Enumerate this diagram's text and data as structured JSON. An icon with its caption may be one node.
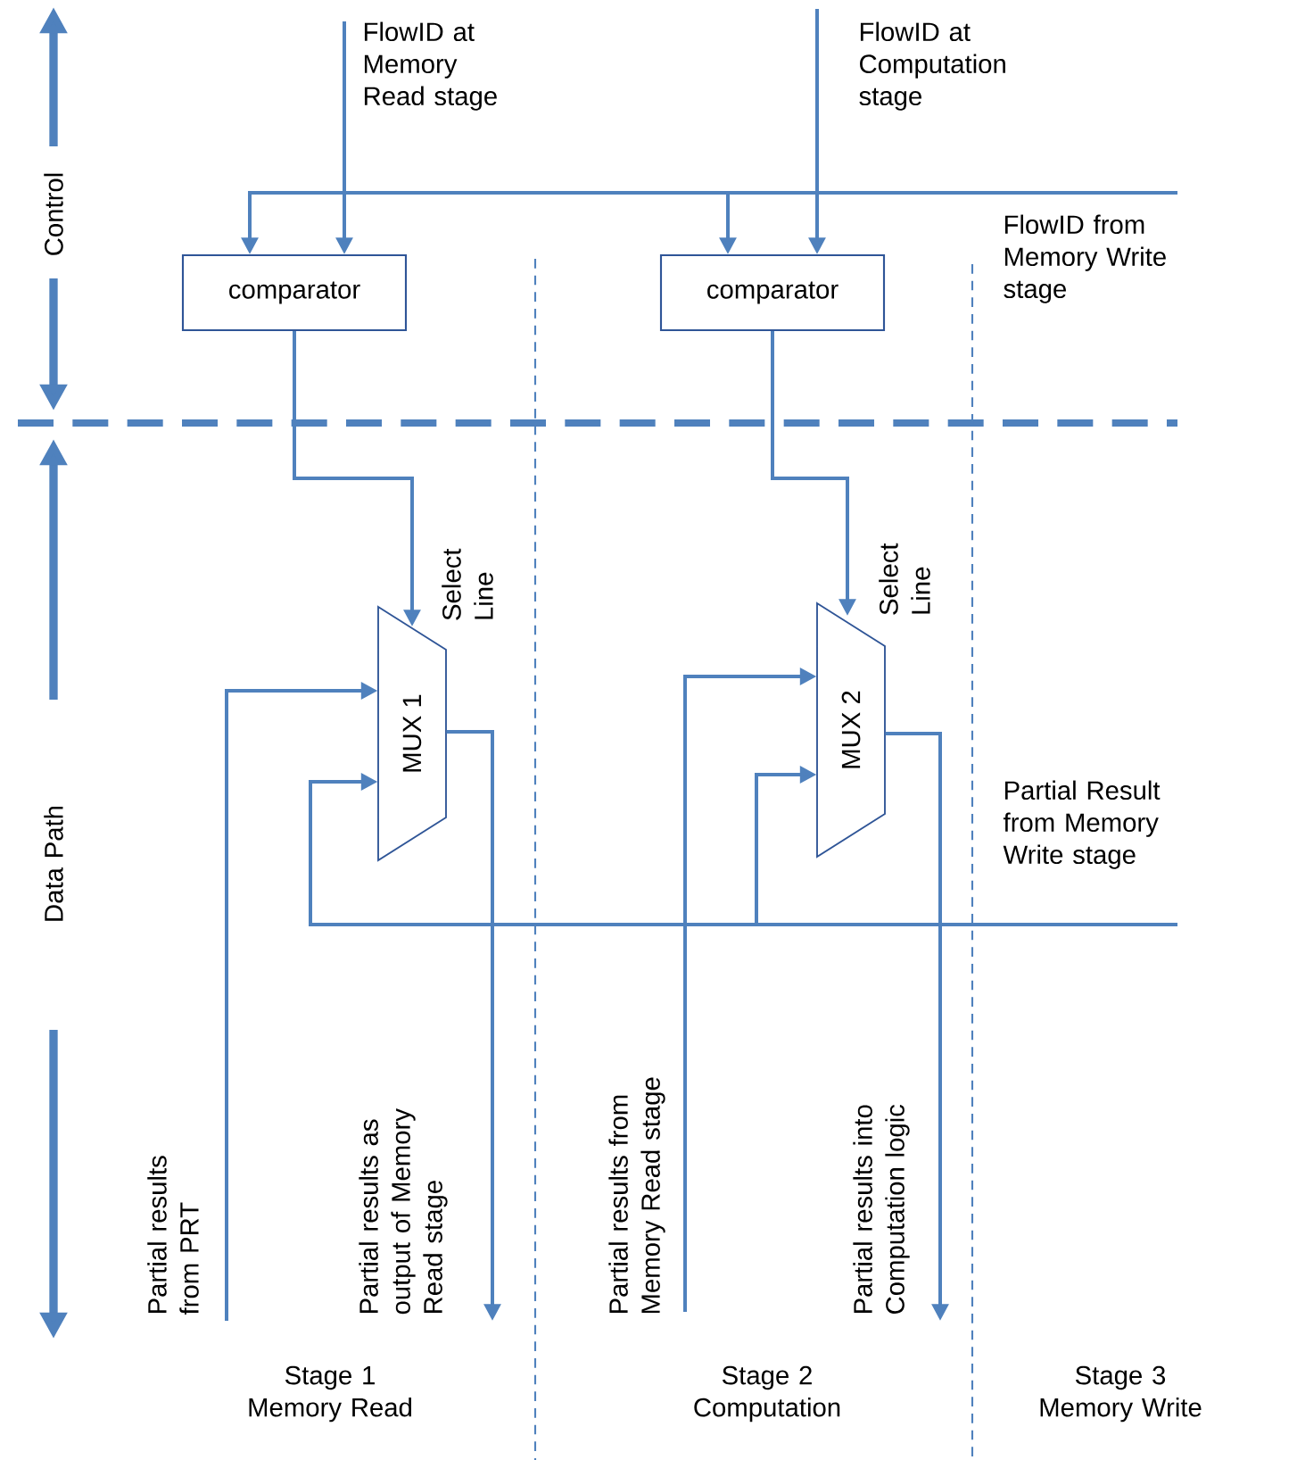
{
  "diagram": {
    "nodes": [
      {
        "text": [
          "comparator"
        ]
      },
      {
        "text": [
          "comparator"
        ]
      },
      {
        "text": [
          "MUX 1"
        ]
      },
      {
        "text": [
          "MUX 2"
        ]
      },
      {
        "text": [
          "FlowID at Memory Read stage"
        ]
      },
      {
        "text": [
          "FlowID at Computation stage"
        ]
      },
      {
        "text": [
          "FlowID from Memory Write stage"
        ]
      },
      {
        "text": [
          "Partial results from PRT"
        ]
      },
      {
        "text": [
          "Partial results as output of Memory Read stage"
        ]
      },
      {
        "text": [
          "Partial results from Memory Read stage"
        ]
      },
      {
        "text": [
          "Partial results into Computation logic"
        ]
      },
      {
        "text": [
          "Partial Result from Memory Write stage"
        ]
      }
    ],
    "edges": [
      {
        "from": 4,
        "to": 0,
        "arrow": "to"
      },
      {
        "from": 5,
        "to": 1,
        "arrow": "to"
      },
      {
        "from": 6,
        "to": 0,
        "arrow": "to"
      },
      {
        "from": 6,
        "to": 1,
        "arrow": "to"
      },
      {
        "from": 0,
        "to": 2,
        "arrow": "to",
        "label": "Select Line"
      },
      {
        "from": 1,
        "to": 3,
        "arrow": "to",
        "label": "Select Line"
      },
      {
        "from": 7,
        "to": 2,
        "arrow": "to"
      },
      {
        "from": 11,
        "to": 2,
        "arrow": "to"
      },
      {
        "from": 2,
        "to": 8,
        "arrow": "to"
      },
      {
        "from": 9,
        "to": 3,
        "arrow": "to"
      },
      {
        "from": 11,
        "to": 3,
        "arrow": "to"
      },
      {
        "from": 3,
        "to": 10,
        "arrow": "to"
      }
    ],
    "labels": [
      "Control",
      "Data Path",
      "Stage 1 Memory Read",
      "Stage 2 Computation",
      "Stage 3 Memory Write"
    ]
  }
}
